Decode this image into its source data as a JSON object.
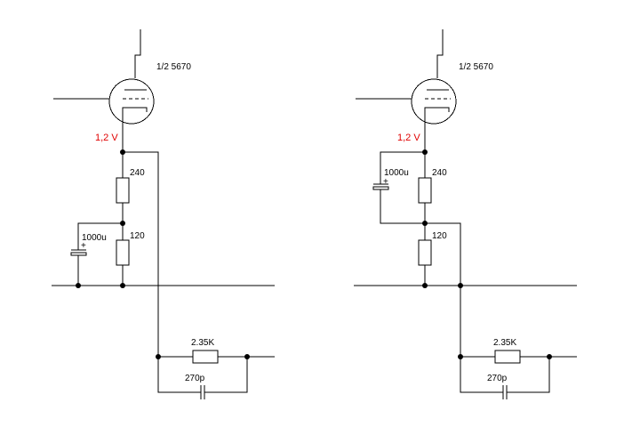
{
  "colors": {
    "voltage_label": "#e00000",
    "line": "#000000"
  },
  "left_circuit": {
    "tube_label": "1/2 5670",
    "cathode_voltage": "1,2 V",
    "r_upper": "240",
    "r_lower": "120",
    "cap_bypass": "1000u",
    "cap_polarity": "+",
    "r_series": "2.35K",
    "cap_series": "270p"
  },
  "right_circuit": {
    "tube_label": "1/2 5670",
    "cathode_voltage": "1,2 V",
    "r_upper": "240",
    "r_lower": "120",
    "cap_bypass": "1000u",
    "cap_polarity": "+",
    "r_series": "2.35K",
    "cap_series": "270p"
  }
}
